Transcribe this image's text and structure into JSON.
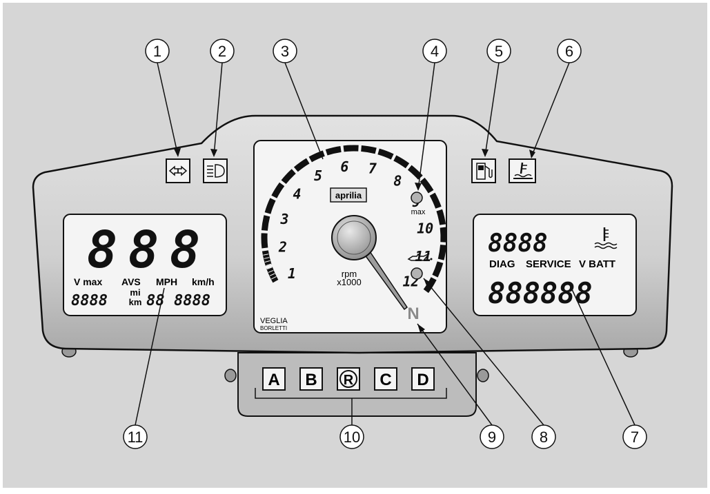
{
  "callouts": [
    "1",
    "2",
    "3",
    "4",
    "5",
    "6",
    "7",
    "8",
    "9",
    "10",
    "11"
  ],
  "tachometer": {
    "scale_numbers": [
      "1",
      "2",
      "3",
      "4",
      "5",
      "6",
      "7",
      "8",
      "9",
      "10",
      "11",
      "12"
    ],
    "brand": "aprilia",
    "max_label": "max",
    "rpm_label": "rpm",
    "multiplier_label": "x1000",
    "maker_line1": "VEGLIA",
    "maker_line2": "BORLETTI",
    "neutral": "N"
  },
  "left_display": {
    "big_digits": [
      "8",
      "8",
      "8"
    ],
    "labels": {
      "vmax": "V max",
      "avs": "AVS",
      "mph": "MPH",
      "kmh": "km/h",
      "mi": "mi",
      "km": "km"
    },
    "small_left": "8888",
    "small_mid": "88",
    "small_right": "8888"
  },
  "right_display": {
    "top_digits": "8888",
    "labels": {
      "diag": "DIAG",
      "service": "SERVICE",
      "vbatt": "V BATT"
    },
    "bottom_digits": "888888"
  },
  "buttons": [
    "A",
    "B",
    "R",
    "C",
    "D"
  ],
  "icons": [
    "turn-signal-icon",
    "high-beam-icon",
    "fuel-pump-icon",
    "temperature-warning-icon",
    "oil-pressure-icon",
    "coolant-temperature-icon"
  ],
  "colors": {
    "background": "#d6d6d6",
    "panel": "#c9c9c9",
    "display": "#f4f4f4",
    "outline": "#111111"
  }
}
